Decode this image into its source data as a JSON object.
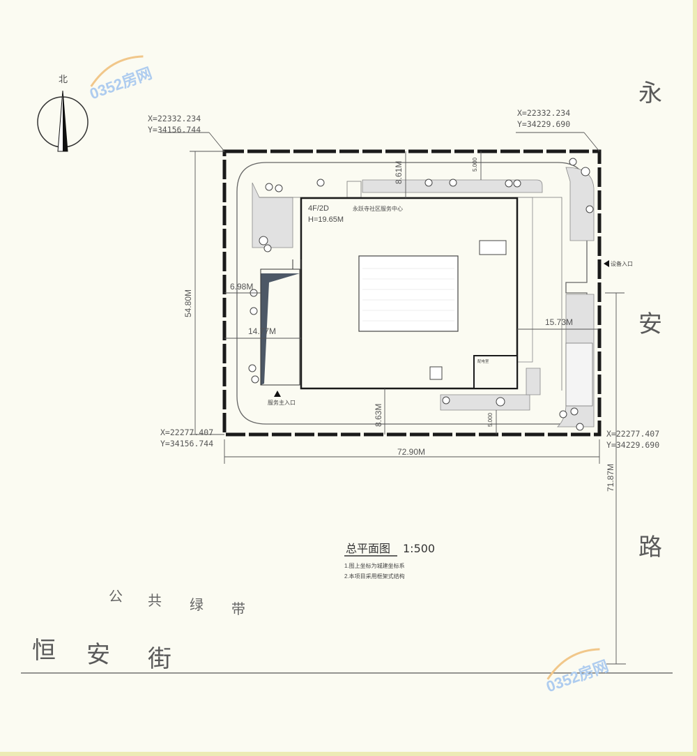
{
  "roads": {
    "east": [
      "永",
      "安",
      "路"
    ],
    "south": [
      "恒",
      "安",
      "街"
    ]
  },
  "green_belt": [
    "公",
    "共",
    "绿",
    "带"
  ],
  "north_label": "北",
  "coords": {
    "nw_x": "X=22332.234",
    "nw_y": "Y=34156.744",
    "ne_x": "X=22332.234",
    "ne_y": "Y=34229.690",
    "sw_x": "X=22277.407",
    "sw_y": "Y=34156.744",
    "se_x": "X=22277.407",
    "se_y": "Y=34229.690"
  },
  "dimensions": {
    "height": "54.80M",
    "width": "72.90M",
    "top_setback": "8.61M",
    "bottom_setback": "8.63M",
    "left_a": "6.98M",
    "left_b": "14.77M",
    "right": "15.73M",
    "road_offset": "71.87M",
    "small_top": "5.000",
    "small_bottom": "5.000"
  },
  "building": {
    "floors": "4F/2D",
    "height": "H=19.65M",
    "name": "永跃寺社区服务中心",
    "annex": "配电室"
  },
  "entrances": {
    "main": "服务主入口",
    "side": "设备入口"
  },
  "plan_title": "总平面图",
  "scale": "1:500",
  "notes": [
    "1.图上坐标为城建坐标系",
    "2.本项目采用框架式结构"
  ],
  "watermark": "0352房网",
  "colors": {
    "background": "#fbfbf2",
    "boundary": "#1a1a1a",
    "ramp": "#4d5866",
    "green_area": "#e1e1e1",
    "watermark": "#aeccef",
    "watermark_accent": "#f1c78a"
  }
}
